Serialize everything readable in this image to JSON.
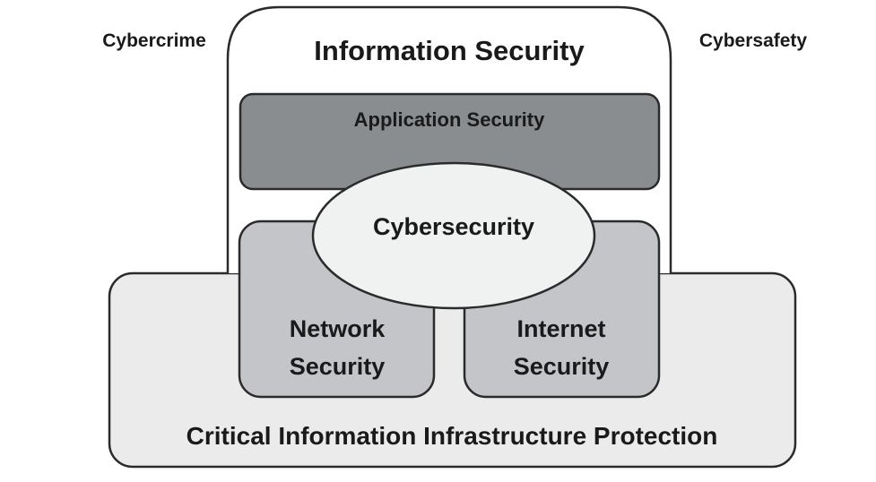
{
  "labels": {
    "cybercrime": "Cybercrime",
    "cybersafety": "Cybersafety",
    "information_security": "Information Security",
    "application_security": "Application Security",
    "cybersecurity": "Cybersecurity",
    "network_security_line1": "Network",
    "network_security_line2": "Security",
    "internet_security_line1": "Internet",
    "internet_security_line2": "Security",
    "ciip": "Critical Information Infrastructure Protection"
  },
  "colors": {
    "stroke": "#2b2b2b",
    "info_security_fill": "#ffffff",
    "application_security_fill": "#8a8d90",
    "ciip_fill": "#ebebec",
    "network_internet_fill": "#c3c5c8",
    "cybersecurity_fill": "#f0f1f1"
  }
}
